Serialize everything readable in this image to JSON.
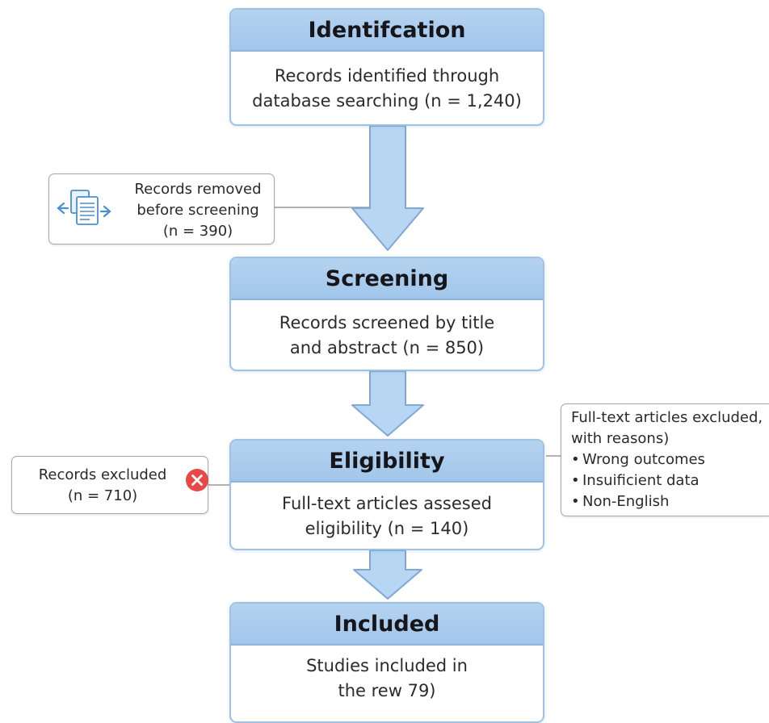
{
  "stages": {
    "identification": {
      "title": "Identifcation",
      "line1": "Records identified through",
      "line2": "database searching (n = 1,240)"
    },
    "screening": {
      "title": "Screening",
      "line1": "Records screened by title",
      "line2": "and abstract (n = 850)"
    },
    "eligibility": {
      "title": "Eligibility",
      "line1": "Full-text articles assesed",
      "line2": "eligibility (n = 140)"
    },
    "included": {
      "title": "Included",
      "line1": "Studies included in",
      "line2": "the rew 79)"
    }
  },
  "removed_before_screening": {
    "line1": "Records removed",
    "line2": "before screening",
    "line3": "(n = 390)",
    "icon": "documents-transfer-icon"
  },
  "records_excluded": {
    "line1": "Records excluded",
    "line2": "(n = 710)",
    "icon": "red-x-circle-icon"
  },
  "fulltext_excluded": {
    "line1": "Full-text articles excluded,",
    "line2": "with reasons)",
    "reasons": [
      "Wrong outcomes",
      "Insuificient data",
      "Non-English"
    ]
  },
  "colors": {
    "header_blue": "#a9cbec",
    "box_border": "#9fc2e2",
    "arrow_fill": "#b6d6f3",
    "arrow_stroke": "#7fa9d3",
    "exclude_red": "#e84848",
    "icon_blue": "#4a8fcf"
  }
}
